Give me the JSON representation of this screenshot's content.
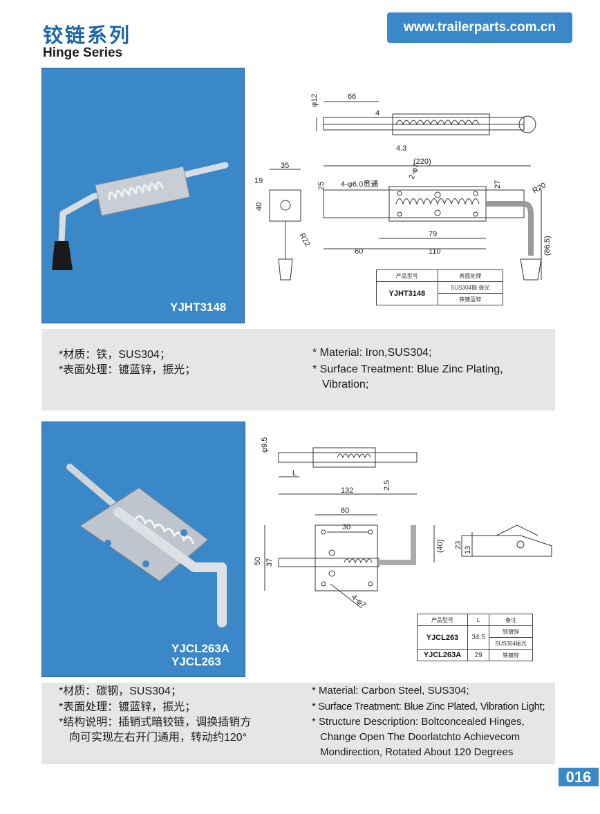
{
  "header": {
    "title_cn": "铰链系列",
    "title_en": "Hinge Series",
    "url": "www.trailerparts.com.cn"
  },
  "colors": {
    "brand_blue": "#3a88c8",
    "title_blue": "#1a66a8",
    "panel_grey": "#e6e6e6"
  },
  "product1": {
    "model": "YJHT3148",
    "dims": {
      "d12": "φ12",
      "d66": "66",
      "d4": "4",
      "d43": "4.3",
      "d35": "35",
      "d19": "19",
      "d40": "40",
      "r22": "R22",
      "d220": "(220)",
      "holes": "4-φ6.0贯通",
      "d2": "2-φ7",
      "d25": "25",
      "d27": "27",
      "r20": "R20",
      "d79": "79",
      "d60": "60",
      "d110": "110",
      "d865": "(86.5)"
    },
    "table": {
      "h1": "产品型号",
      "h2": "表面处理",
      "model": "YJHT3148",
      "r1": "SUS304钢·振光",
      "r2": "铁镀蓝锌"
    },
    "desc_cn": [
      "*材质：铁，SUS304；",
      "*表面处理：镀蓝锌，振光；"
    ],
    "desc_en": [
      "* Material: Iron,SUS304;",
      "* Surface Treatment: Blue Zinc Plating,",
      "Vibration;"
    ]
  },
  "product2": {
    "models": [
      "YJCL263A",
      "YJCL263"
    ],
    "dims": {
      "d95": "φ9.5",
      "L": "L",
      "d132": "132",
      "d25": "2.5",
      "d60": "60",
      "d30": "30",
      "d50": "50",
      "d37": "37",
      "d40": "(40)",
      "d23": "23",
      "d13": "13",
      "d47": "4-φ7"
    },
    "table": {
      "h1": "产品型号",
      "h2": "L",
      "h3": "备注",
      "m1": "YJCL263",
      "l1": "34.5",
      "r1": "铁镀锌",
      "r2": "SUS304振光",
      "m2": "YJCL263A",
      "l2": "29",
      "r3": "铁镀锌"
    },
    "desc_cn": [
      "*材质：碳钢，SUS304；",
      "*表面处理：镀蓝锌，振光；",
      "*结构说明：插销式暗铰链，调换插销方",
      "向可实现左右开门通用，转动约120°"
    ],
    "desc_en": [
      "* Material: Carbon Steel, SUS304;",
      "* Surface Treatment: Blue Zinc Plated, Vibration Light;",
      "* Structure Description: Boltconcealed Hinges,",
      "Change Open The Doorlatchto Achievecom",
      "Mondirection, Rotated About 120 Degrees"
    ]
  },
  "page": {
    "number": "016"
  }
}
